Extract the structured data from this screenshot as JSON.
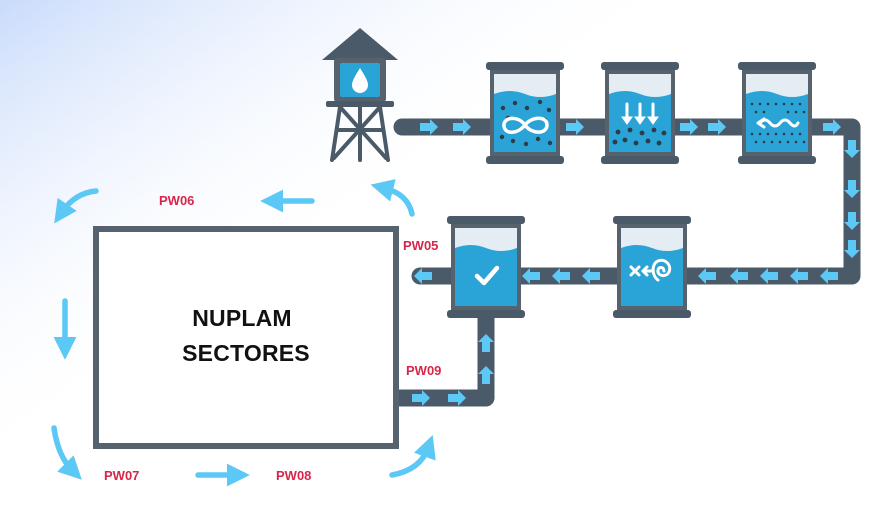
{
  "colors": {
    "pipe": "#4a5a68",
    "tank_frame": "#56636f",
    "water": "#2aa3d6",
    "water_light": "#6cc7ee",
    "arrow": "#5bc8f5",
    "label": "#d8264a",
    "title": "#111111",
    "bg_tint": "#cfe0fb"
  },
  "icons": [
    "water-tower-icon",
    "swirl-icon",
    "down-arrows-icon",
    "wave-icon",
    "filter-spiral-icon",
    "checkmark-icon"
  ],
  "box": {
    "line1": "NUPLAM",
    "line2": "SECTORES"
  },
  "labels": {
    "pw05": "PW05",
    "pw06": "PW06",
    "pw07": "PW07",
    "pw08": "PW08",
    "pw09": "PW09"
  }
}
